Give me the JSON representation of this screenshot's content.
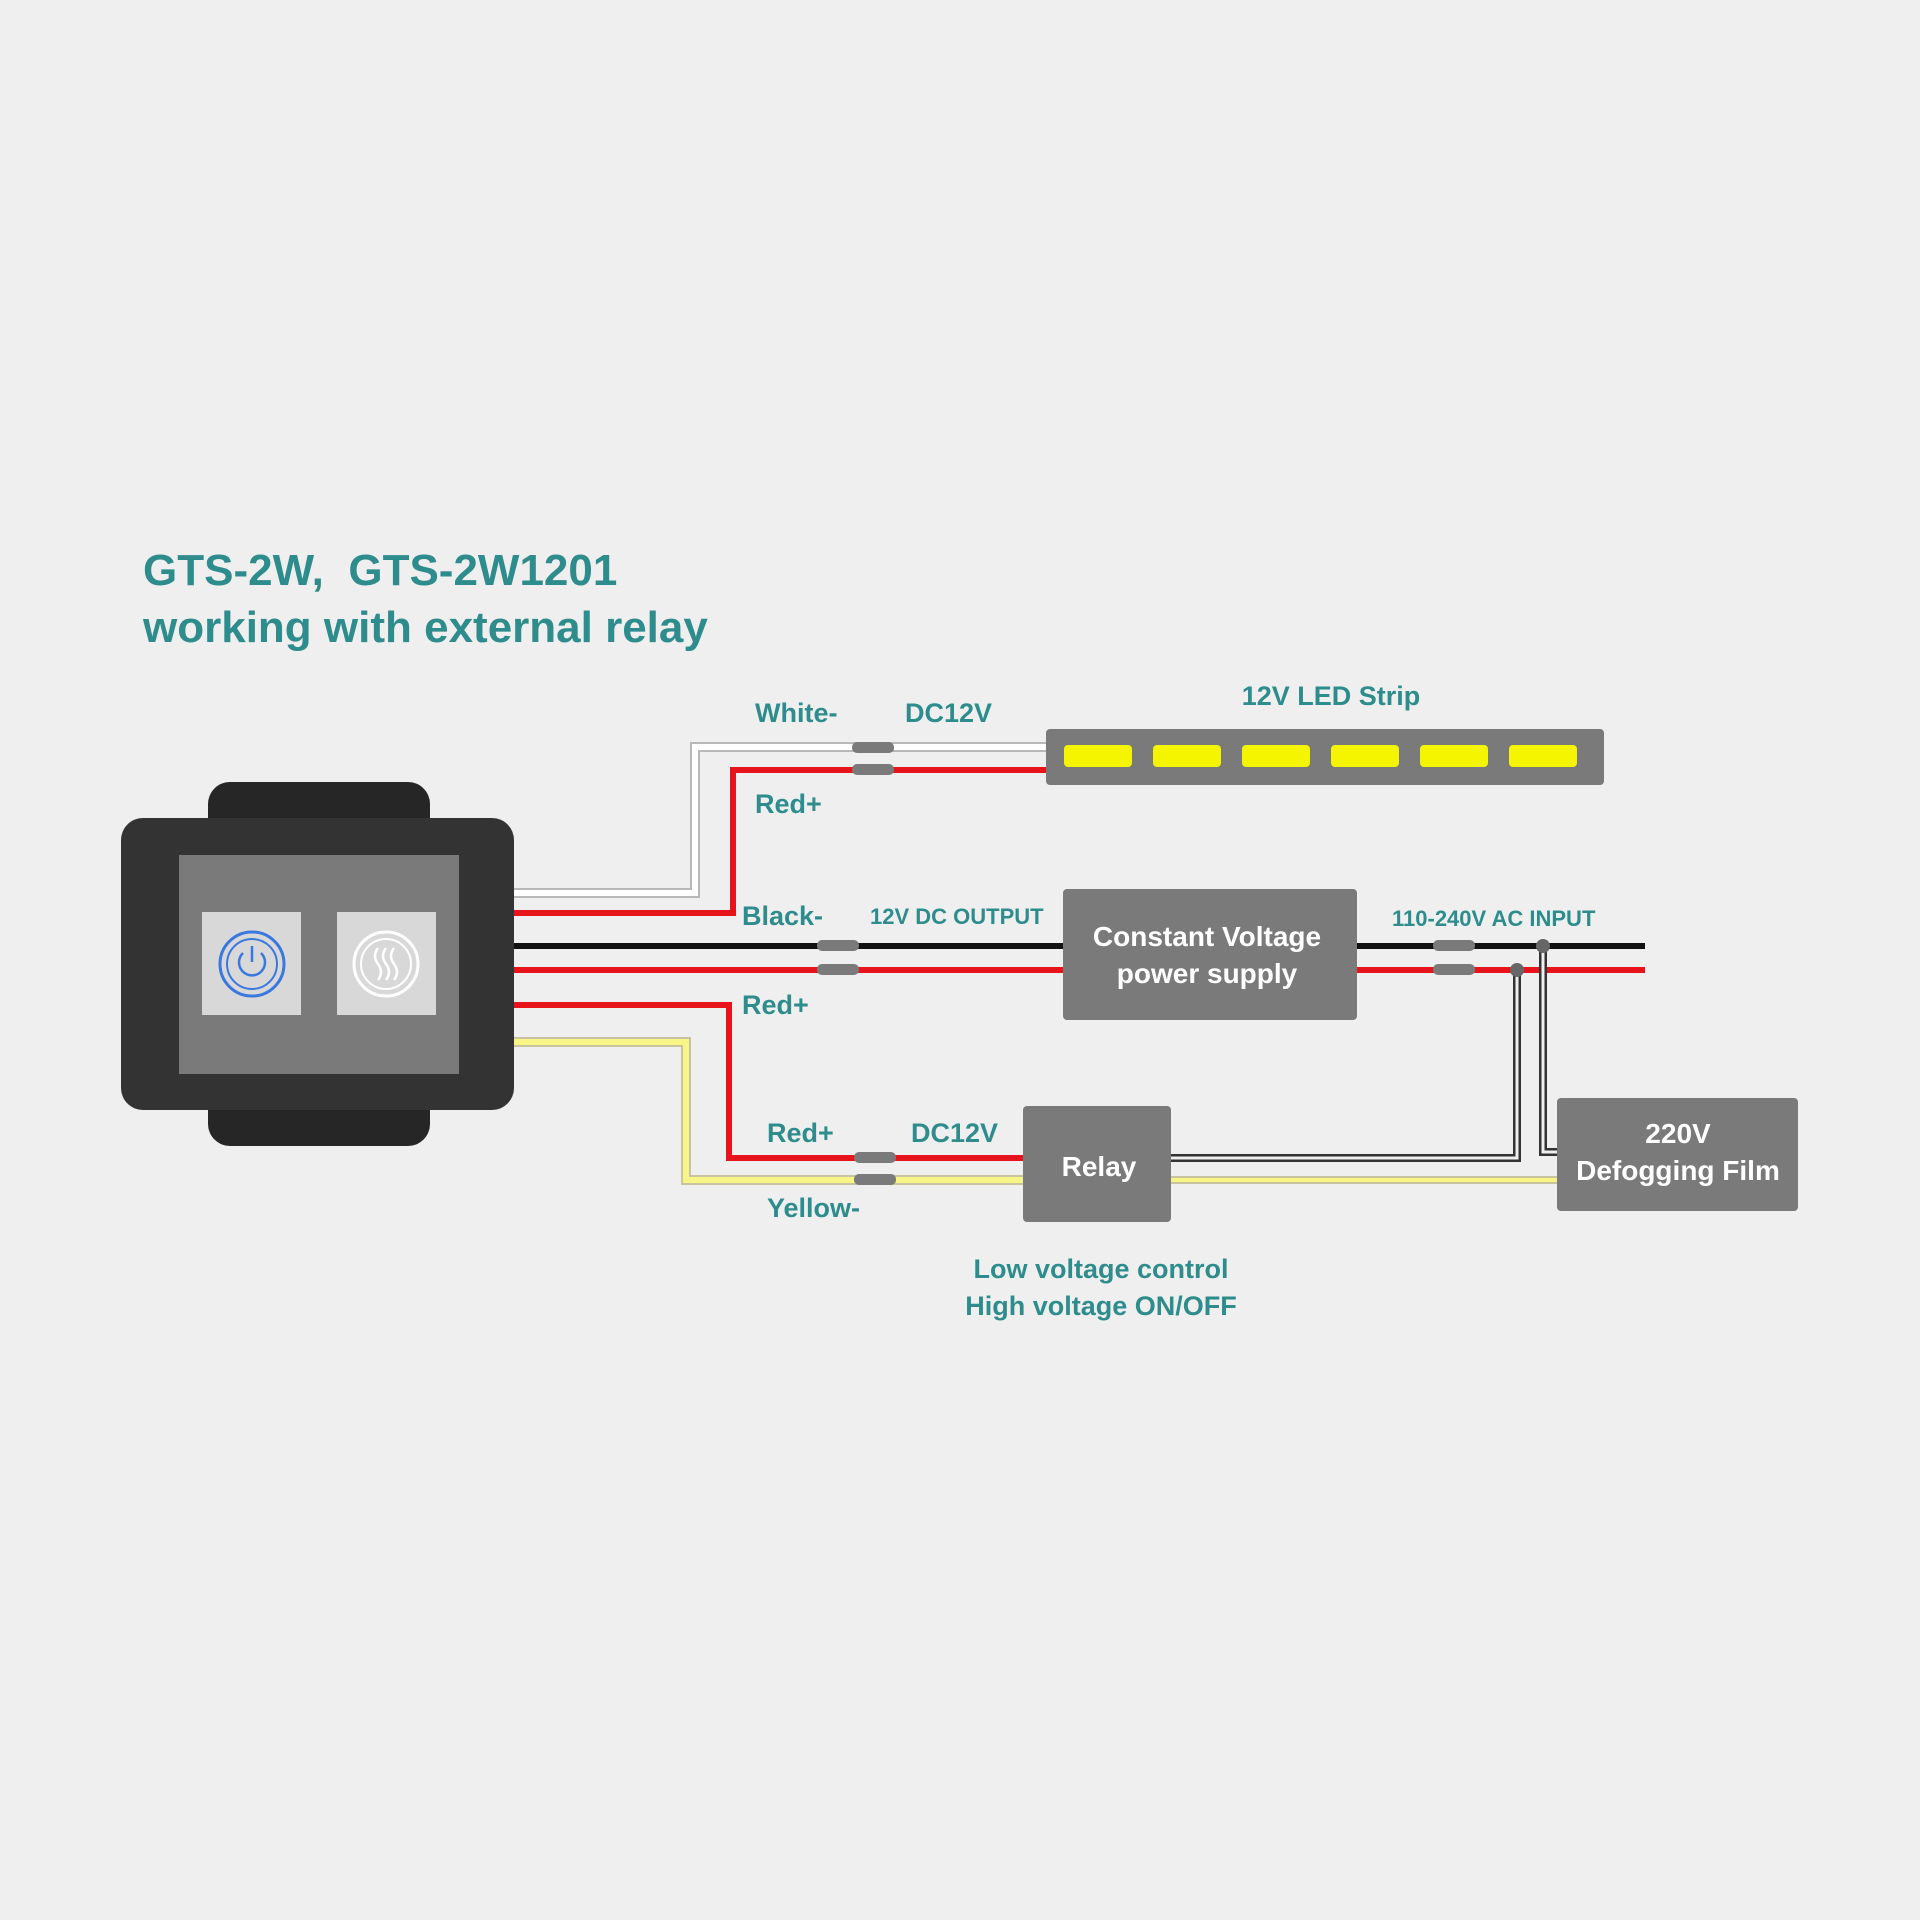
{
  "title": {
    "line1": "GTS-2W,  GTS-2W1201",
    "line2": "working with external relay"
  },
  "switch": {
    "buttons": [
      {
        "icon": "power-icon",
        "color": "#3a78e0"
      },
      {
        "icon": "defog-icon",
        "color": "#ffffff"
      }
    ]
  },
  "led_circuit": {
    "wire_neg_label": "White-",
    "wire_pos_label": "Red+",
    "voltage_label": "DC12V",
    "strip_label": "12V LED Strip",
    "led_segments": 6
  },
  "power_circuit": {
    "black_label": "Black-",
    "red_label": "Red+",
    "output_label": "12V DC OUTPUT",
    "psu_line1": "Constant Voltage",
    "psu_line2": "power supply",
    "input_label": "110-240V AC INPUT"
  },
  "relay_circuit": {
    "red_label": "Red+",
    "yellow_label": "Yellow-",
    "voltage_label": "DC12V",
    "relay_label": "Relay",
    "film_line1": "220V",
    "film_line2": "Defogging Film",
    "note_line1": "Low voltage control",
    "note_line2": "High voltage ON/OFF"
  },
  "colors": {
    "background": "#efefef",
    "label": "#2e8c8c",
    "box": "#7a7a7a",
    "wire_red": "#e8141b",
    "wire_black": "#111111",
    "wire_white": "#ffffff",
    "wire_yellow": "#f2f07a",
    "led": "#f5f500"
  }
}
